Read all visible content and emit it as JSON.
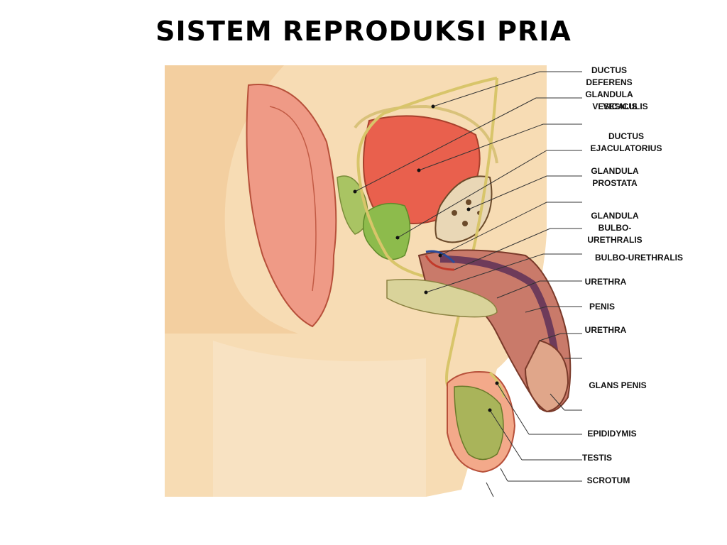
{
  "title": "SISTEM REPRODUKSI PRIA",
  "labels": {
    "ductus_deferens": [
      "DUCTUS",
      "DEFERENS"
    ],
    "glandula_vesicalis": [
      "GLANDULA",
      "VESICALIS"
    ],
    "vesicalis_overlap": "VESICULIS",
    "ductus_ejaculatorius": [
      "DUCTUS",
      "EJACULATORIUS"
    ],
    "glandula_prostata": [
      "GLANDULA",
      "PROSTATA"
    ],
    "glandula_bulbo": [
      "GLANDULA",
      "BULBO-",
      "URETHRALIS"
    ],
    "bulbo_urethralis": "BULBO-URETHRALIS",
    "urethra_1": "URETHRA",
    "penis": "PENIS",
    "urethra_2": "URETHRA",
    "glans_penis": "GLANS PENIS",
    "epididymis": "EPIDIDYMIS",
    "testis": "TESTIS",
    "scrotum": "SCROTUM"
  },
  "colors": {
    "skin": "#f7d9b0",
    "skin_dark": "#eec08e",
    "organ_red": "#e8685a",
    "organ_pink": "#f2a08f",
    "gland_green": "#9cc25a",
    "duct_yellow": "#d8c56a",
    "outline": "#9b4a2a"
  }
}
